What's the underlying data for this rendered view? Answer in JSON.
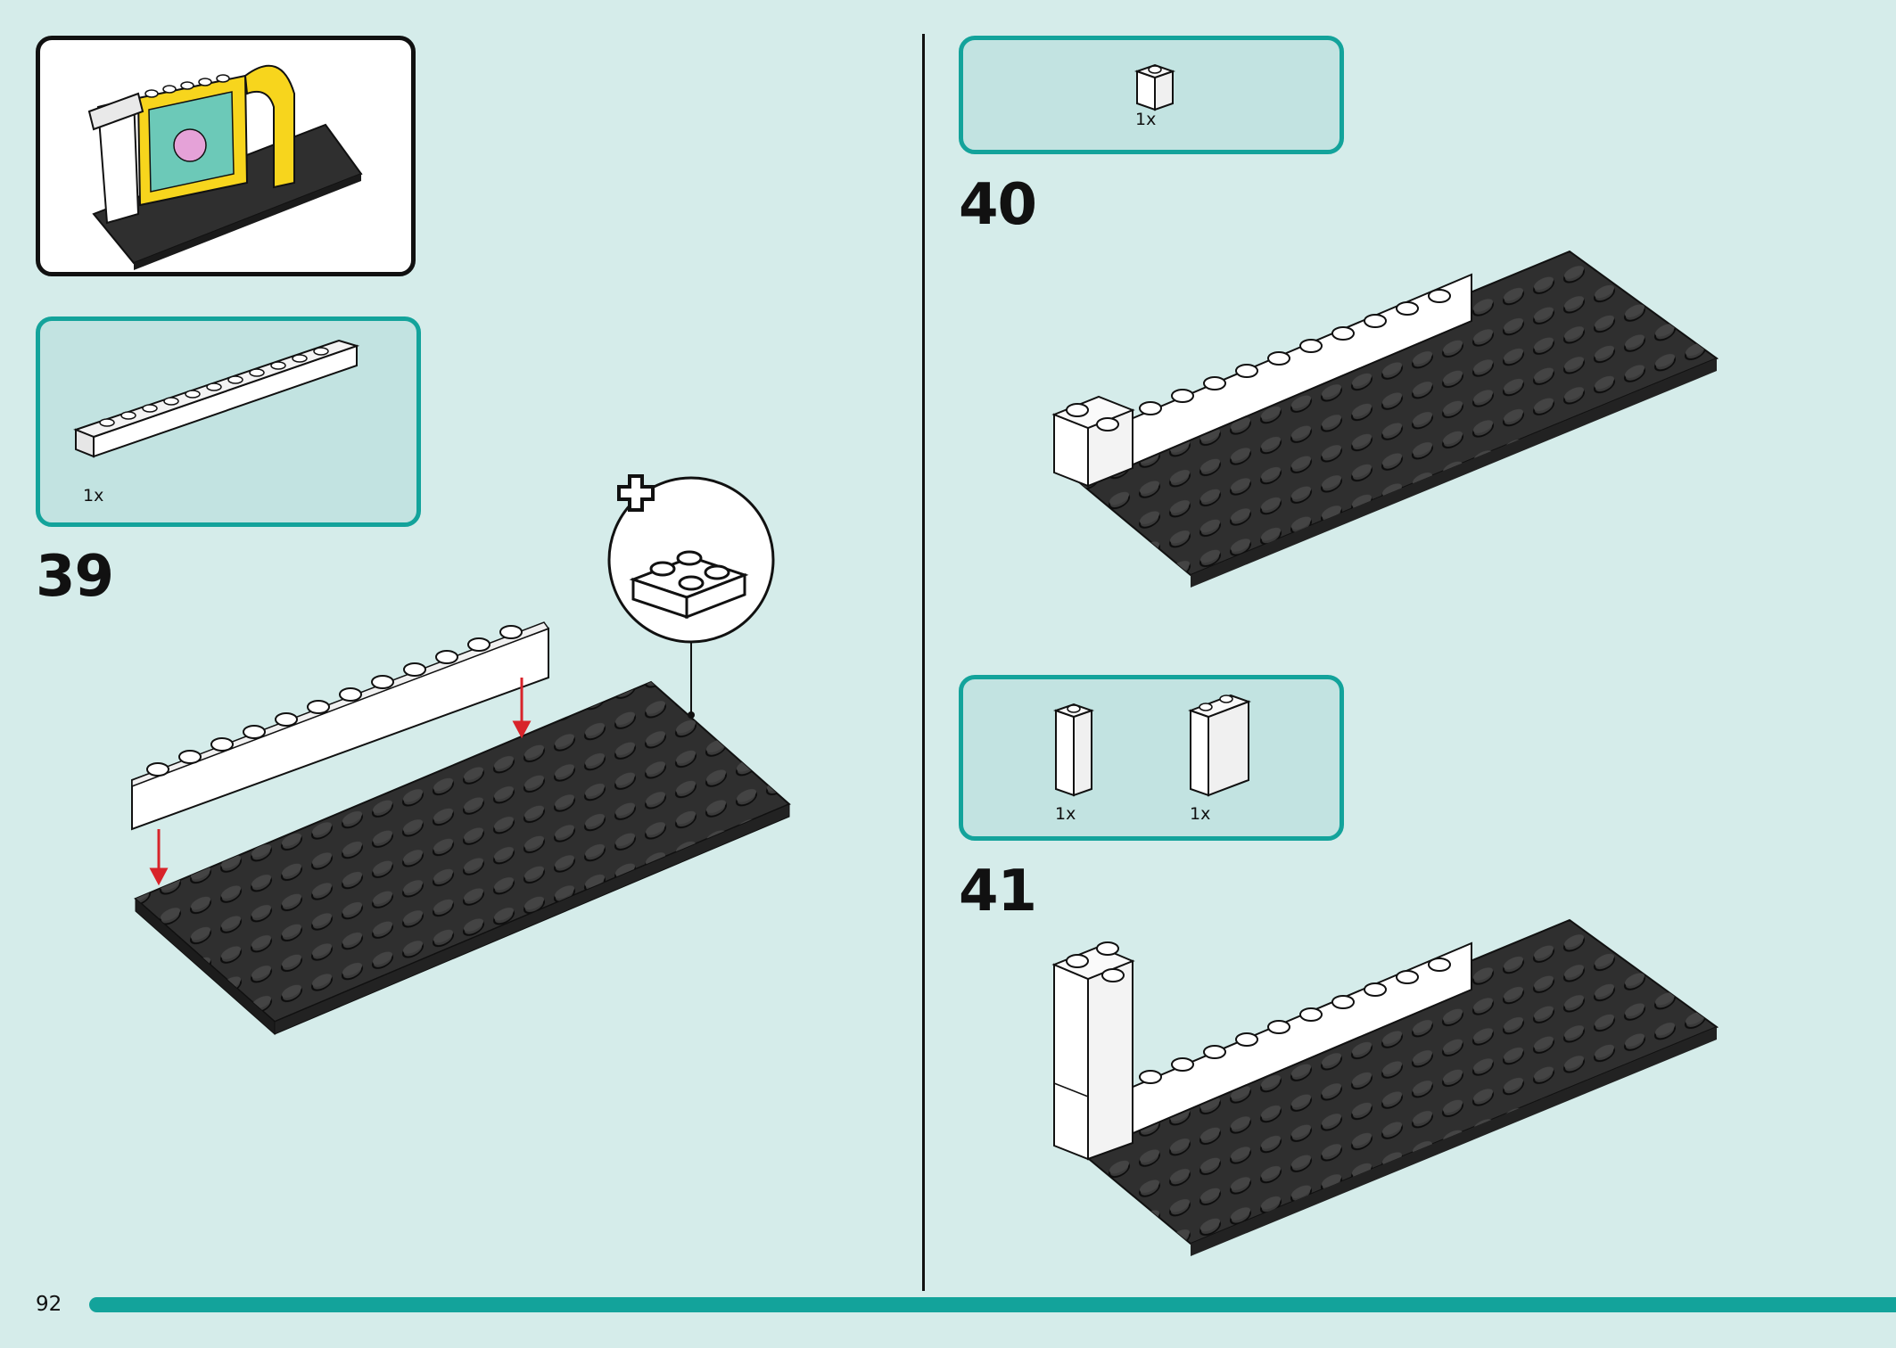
{
  "page_number": "92",
  "steps": [
    {
      "number": "39",
      "parts": [
        {
          "qty": "1x",
          "part": "white 1x12 brick"
        }
      ]
    },
    {
      "number": "40",
      "parts": [
        {
          "qty": "1x",
          "part": "white 1x1 brick"
        }
      ]
    },
    {
      "number": "41",
      "parts": [
        {
          "qty": "1x",
          "part": "white 1x1 tall brick"
        },
        {
          "qty": "1x",
          "part": "white 1x2 tall brick"
        }
      ]
    }
  ],
  "colors": {
    "background": "#d5ecea",
    "parts_box_fill": "#c2e3e1",
    "accent_teal": "#13a39b",
    "plate_black": "#2f2f2f",
    "arrow_red": "#d8232a",
    "highlight_yellow": "#f7d51d"
  },
  "icons": [
    "assembled-model-preview",
    "add-duplo-brick-callout-icon",
    "placement-arrow"
  ]
}
